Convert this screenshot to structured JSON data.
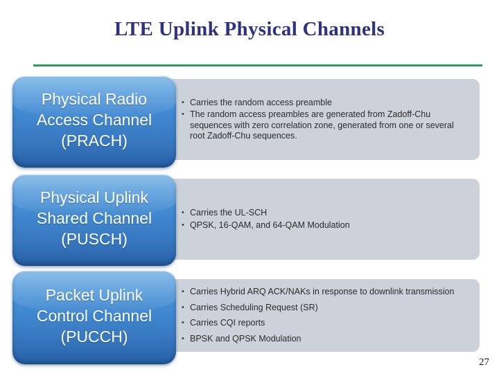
{
  "slide": {
    "title": "LTE Uplink Physical Channels",
    "page_number": "27",
    "accent_rule_color": "#2a9d5e",
    "title_color": "#2e3180",
    "box_color": "#3f86ce",
    "panel_color": "#ccd1da",
    "bullet_glyph": "•"
  },
  "rows": [
    {
      "channel_label": "Physical Radio\nAccess Channel\n(PRACH)",
      "bullets": [
        "Carries the random access preamble",
        "The random access preambles are generated from Zadoff-Chu sequences with zero correlation zone, generated from one or several root Zadoff-Chu sequences."
      ]
    },
    {
      "channel_label": "Physical Uplink\nShared Channel\n(PUSCH)",
      "bullets": [
        "Carries the UL-SCH",
        "QPSK, 16-QAM, and 64-QAM Modulation"
      ]
    },
    {
      "channel_label": "Packet Uplink\nControl Channel\n(PUCCH)",
      "bullets": [
        "Carries Hybrid ARQ ACK/NAKs in response to downlink transmission",
        "Carries Scheduling Request (SR)",
        "Carries CQI reports",
        "BPSK and QPSK Modulation"
      ]
    }
  ]
}
